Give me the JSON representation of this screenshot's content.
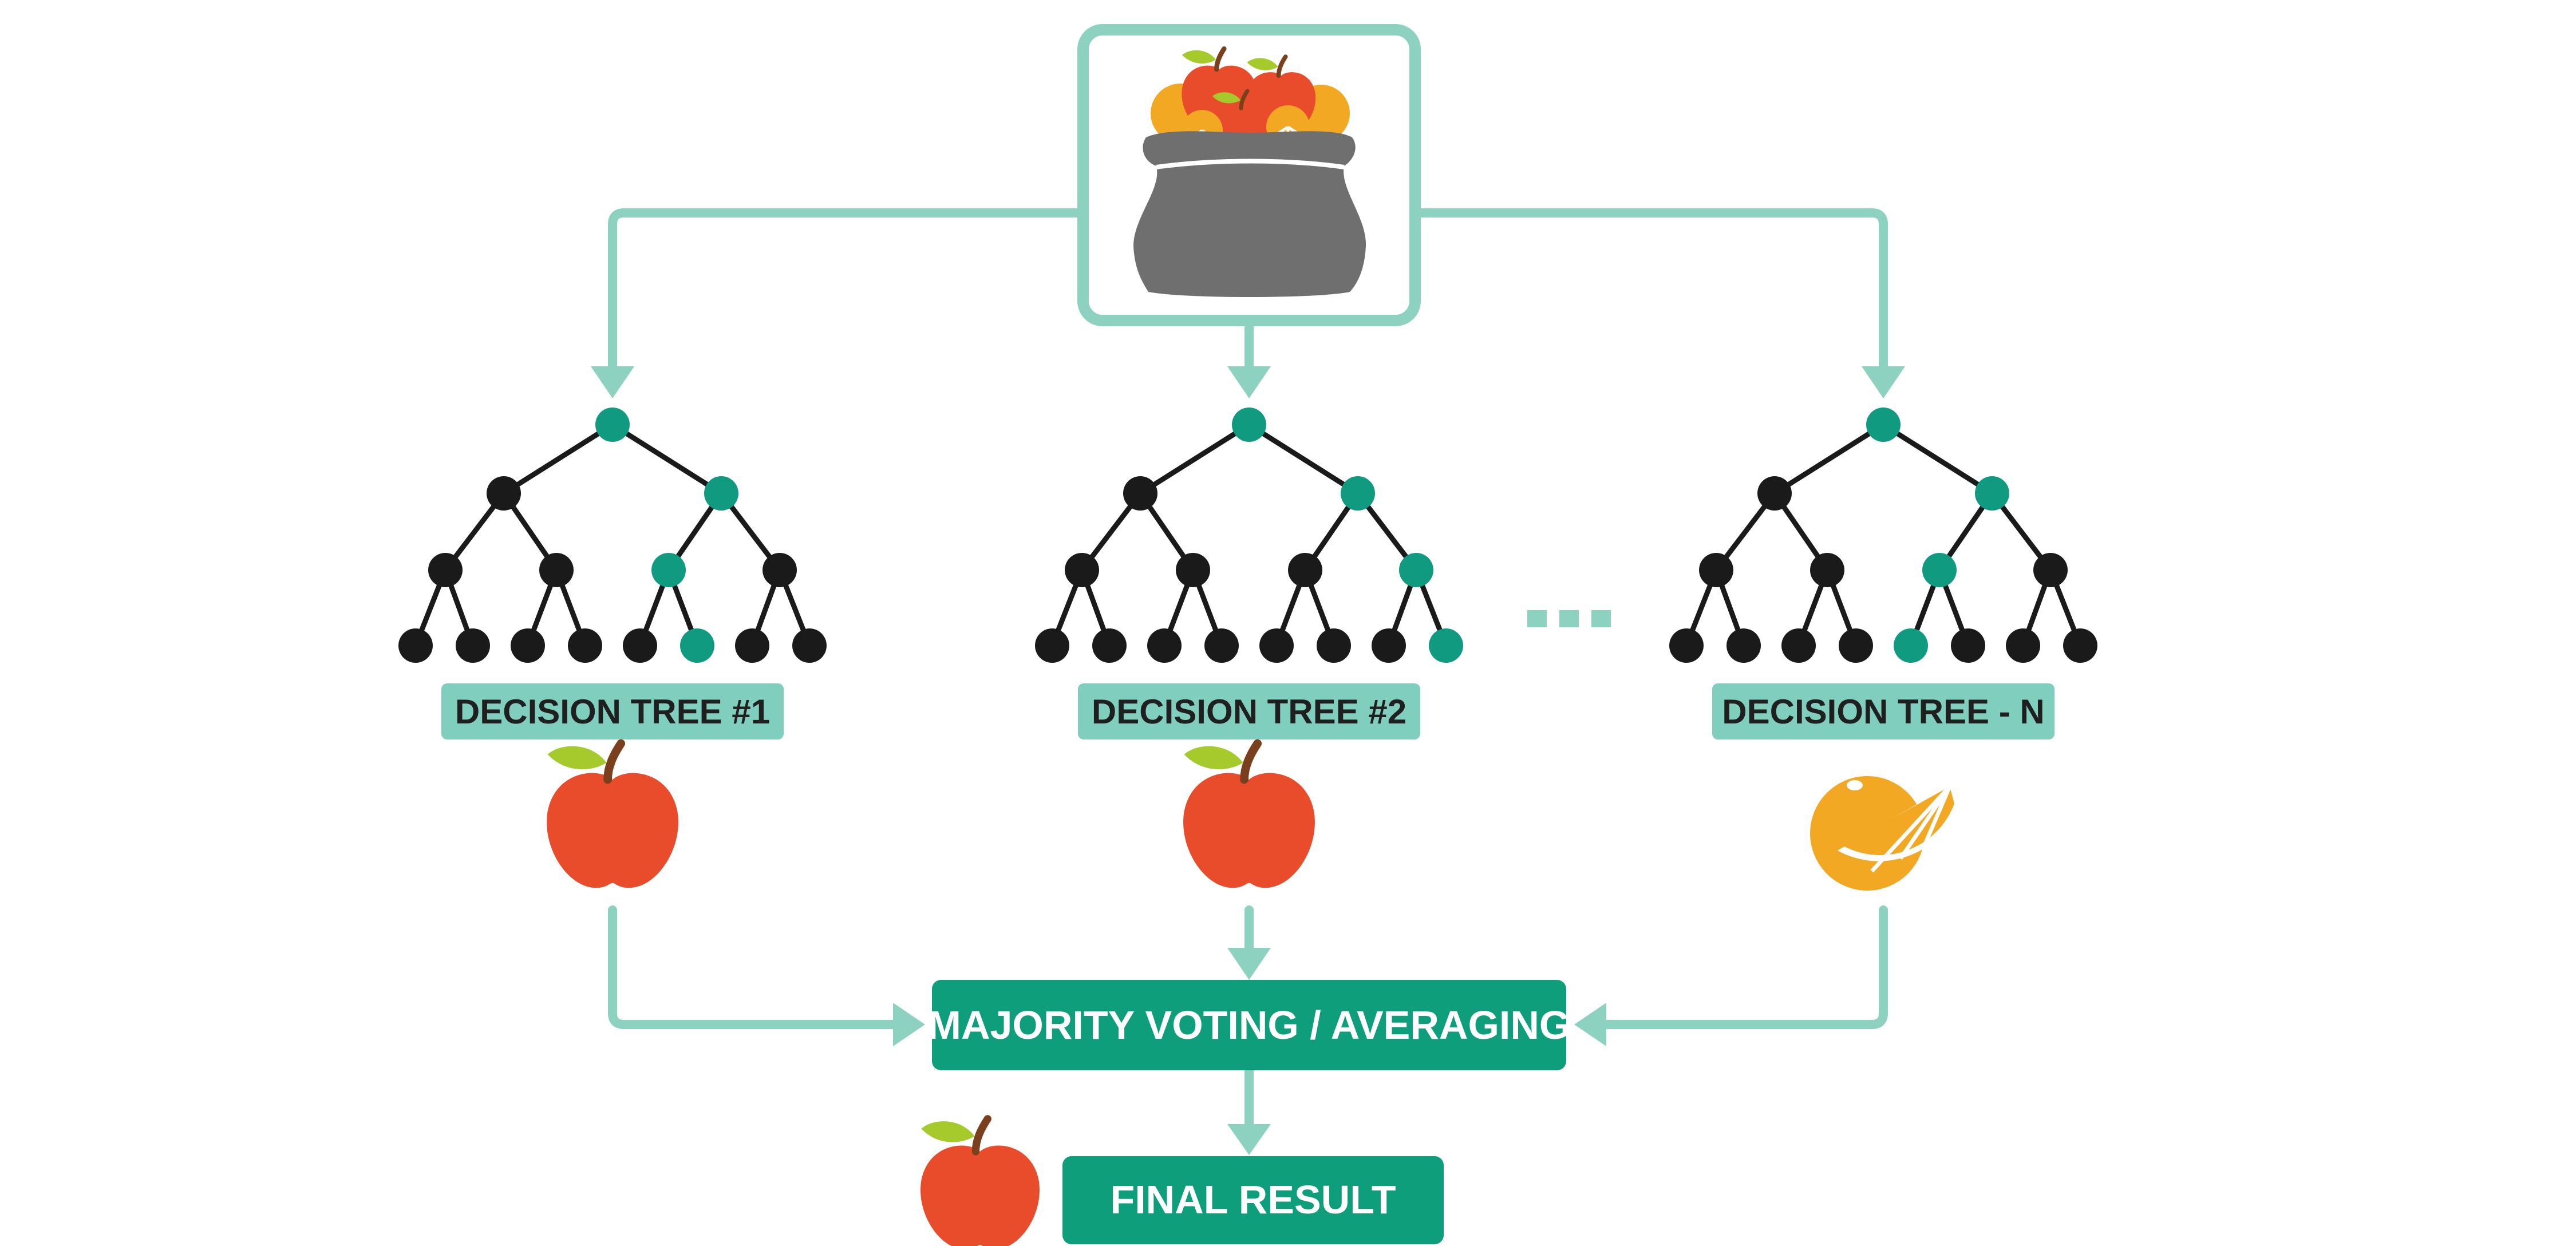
{
  "trees": [
    {
      "label": "DECISION TREE #1",
      "prediction": "apple",
      "highlighted_path": [
        0,
        2,
        5,
        12
      ]
    },
    {
      "label": "DECISION TREE #2",
      "prediction": "apple",
      "highlighted_path": [
        0,
        2,
        6,
        14
      ]
    },
    {
      "label": "DECISION TREE - N",
      "prediction": "orange",
      "highlighted_path": [
        0,
        2,
        5,
        11
      ]
    }
  ],
  "ellipsis": "...",
  "aggregator": {
    "label": "MAJORITY VOTING / AVERAGING"
  },
  "final": {
    "label": "FINAL RESULT",
    "prediction": "apple"
  },
  "colors": {
    "connector": "#8dd1c0",
    "highlight_node": "#109a80",
    "node": "#1a1a1a",
    "tree_label_bg": "#80cebd",
    "tree_label_text": "#1f1f1f",
    "box_bg": "#0e9e7c",
    "box_text": "#ffffff",
    "apple": "#e84c2b",
    "orange": "#f2a823",
    "leaf": "#a6c92b",
    "stem": "#7a3f1d",
    "sack": "#6f6f6f"
  },
  "icons": {
    "input": "fruit-sack-icon",
    "apple": "apple-icon",
    "orange": "orange-icon"
  }
}
